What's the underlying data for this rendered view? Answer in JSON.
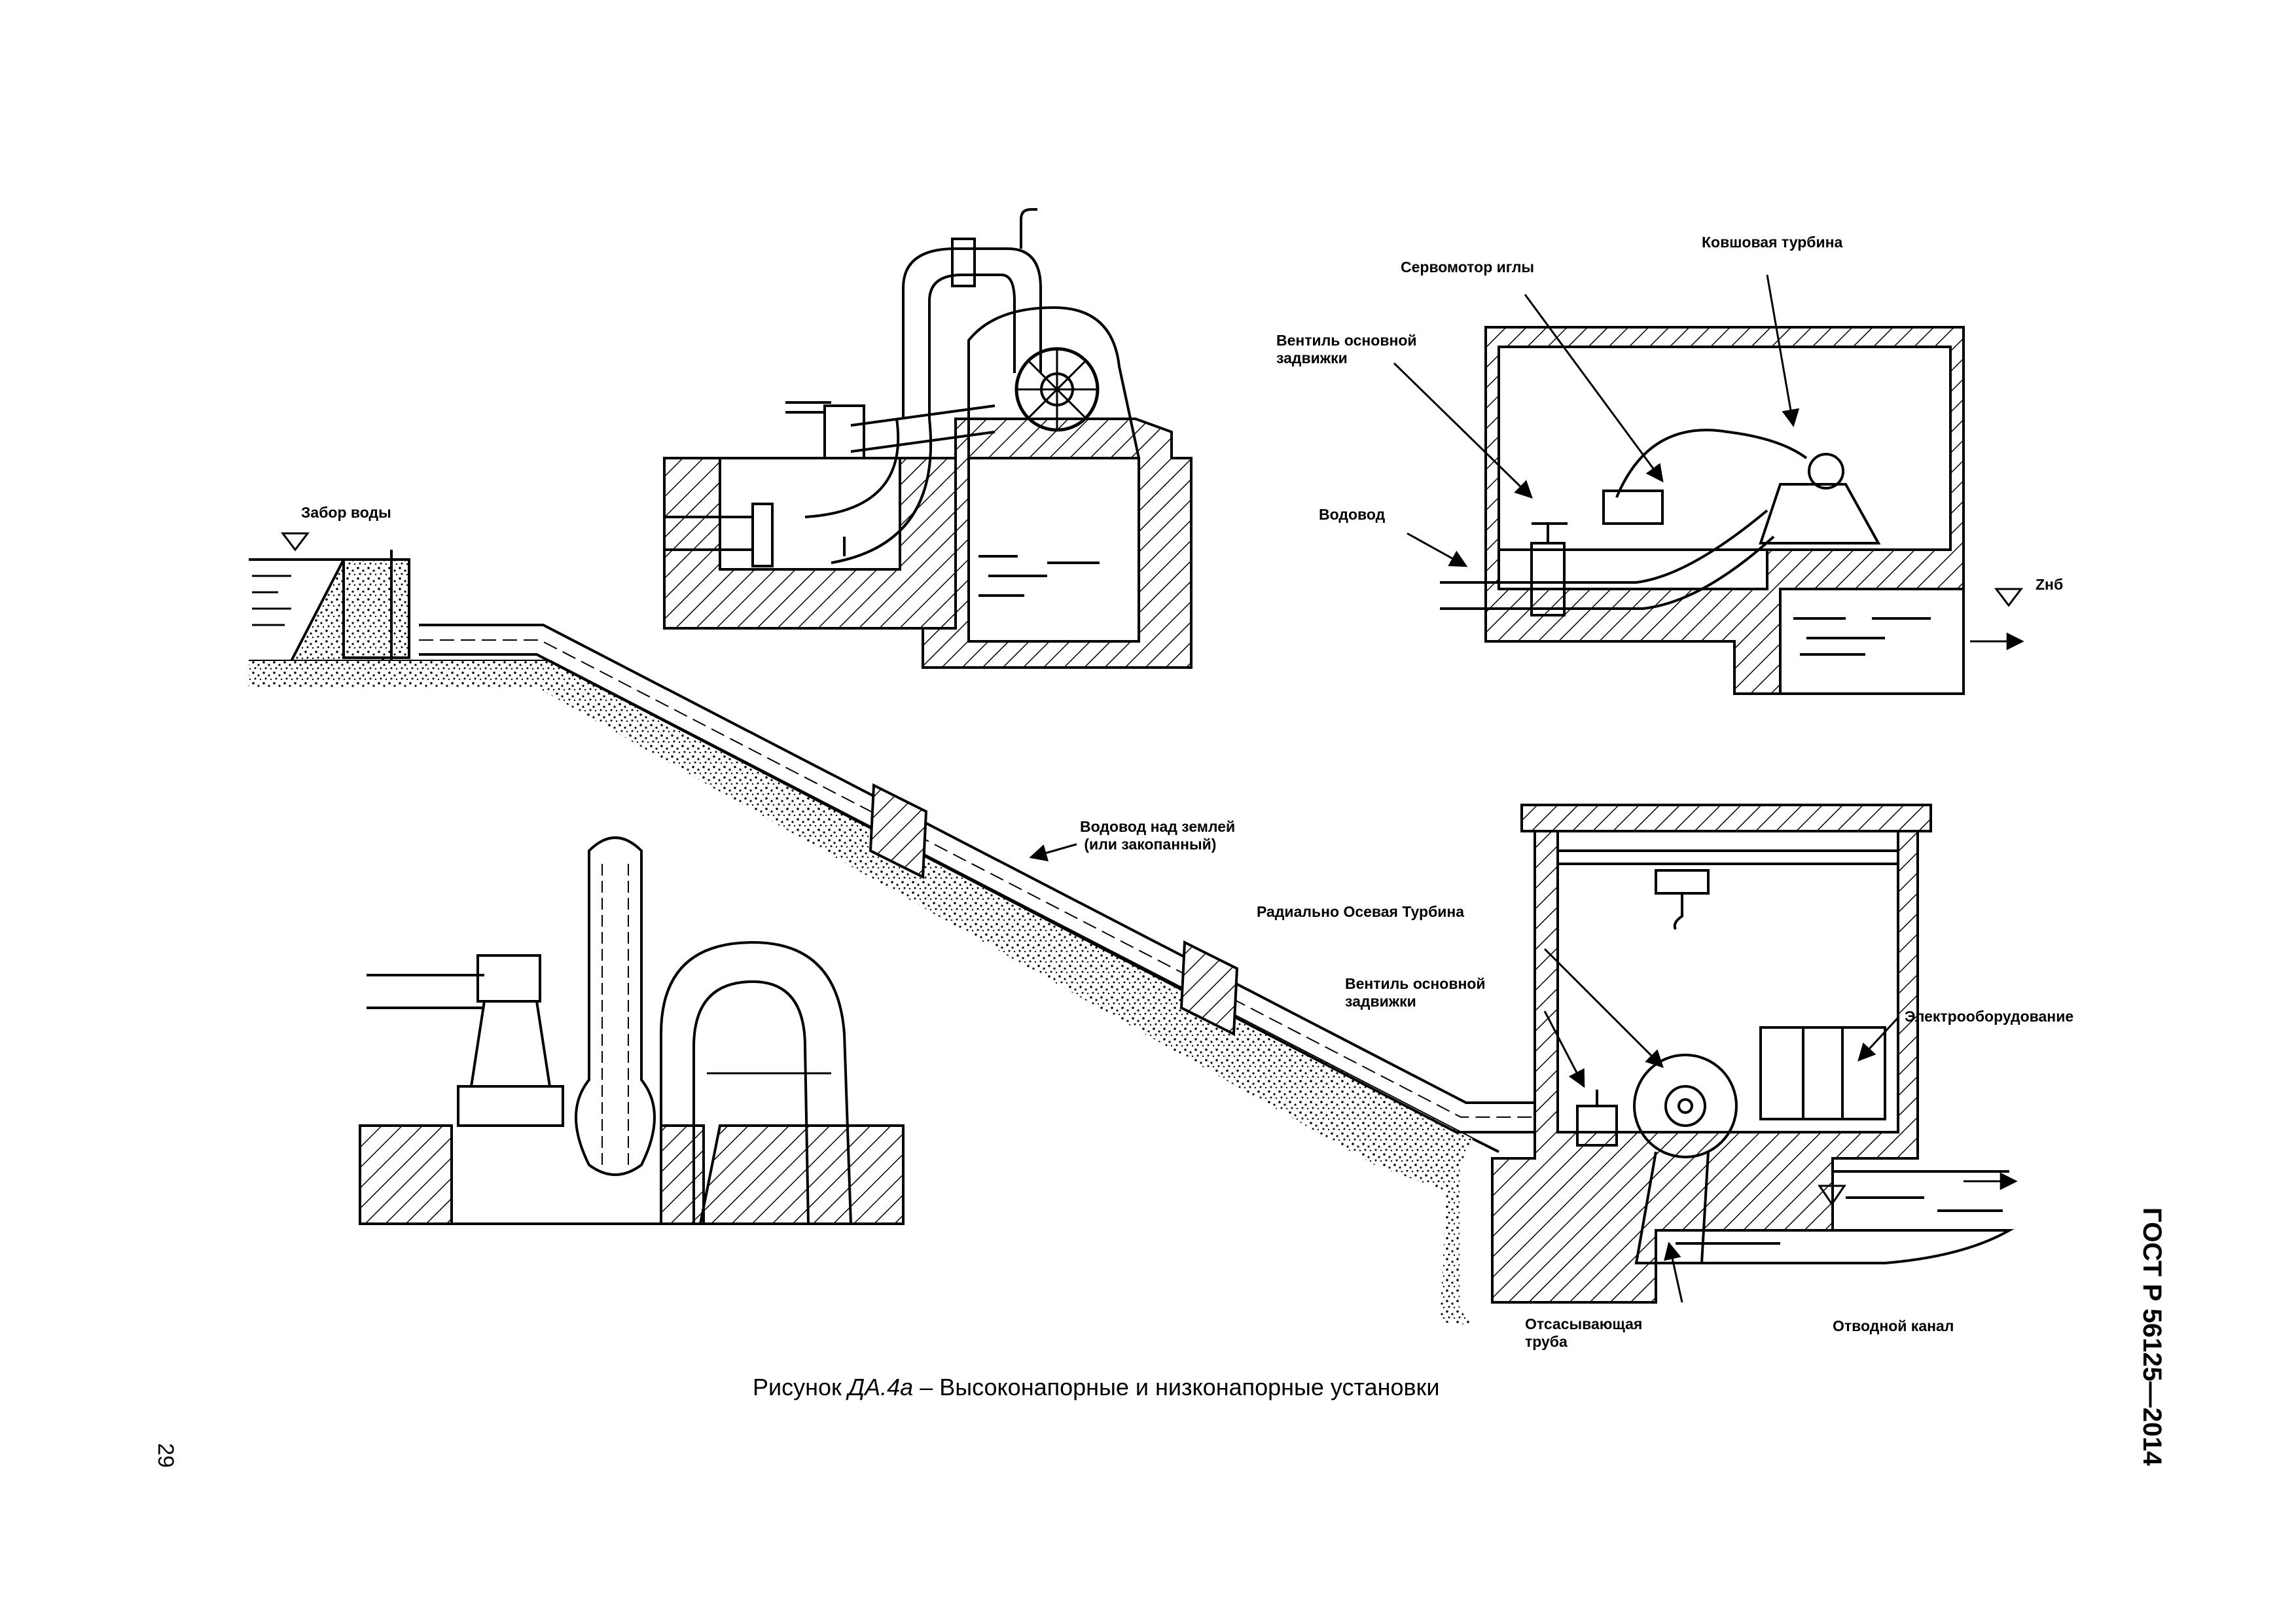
{
  "labels": {
    "water_intake": "Забор воды",
    "needle_servomotor": "Сервомотор иглы",
    "pelton_turbine": "Ковшовая турбина",
    "main_valve_top": "Вентиль основной\nзадвижки",
    "conduit_top": "Водовод",
    "tailwater_level": "Zнб",
    "penstock": "Водовод над землей\n (или закопанный)",
    "radial_axial_turbine": "Радиально Осевая Турбина",
    "main_valve_bottom": "Вентиль основной\nзадвижки",
    "electrical_equipment": "Электрооборудование",
    "draft_tube": "Отсасывающая\nтруба",
    "tailrace": "Отводной канал"
  },
  "caption": {
    "prefix": "Рисунок ",
    "figure_id": "ДА.4а",
    "text": " – Высоконапорные и низконапорные установки"
  },
  "standard_id": "ГОСТ Р 56125—2014",
  "page_number": "29"
}
